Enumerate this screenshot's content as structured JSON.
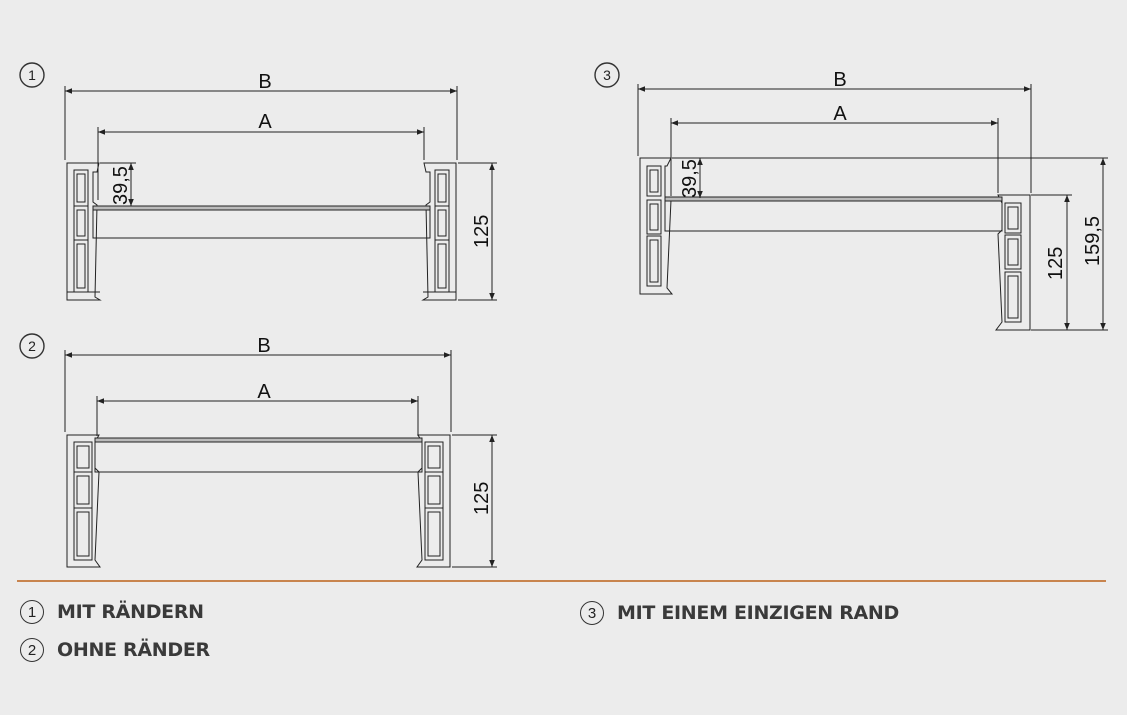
{
  "diagrams": [
    {
      "number": "1",
      "dims": {
        "outer": "B",
        "inner": "A",
        "rim_height": "39,5",
        "total_height": "125"
      }
    },
    {
      "number": "2",
      "dims": {
        "outer": "B",
        "inner": "A",
        "total_height": "125"
      }
    },
    {
      "number": "3",
      "dims": {
        "outer": "B",
        "inner": "A",
        "rim_height": "39,5",
        "total_height": "125",
        "overall_height": "159,5"
      }
    }
  ],
  "legend": [
    {
      "number": "1",
      "label": "MIT RÄNDERN"
    },
    {
      "number": "2",
      "label": "OHNE RÄNDER"
    },
    {
      "number": "3",
      "label": "MIT EINEM EINZIGEN RAND"
    }
  ],
  "colors": {
    "line": "#222222",
    "divider": "#c8844e",
    "background": "#ececec"
  }
}
